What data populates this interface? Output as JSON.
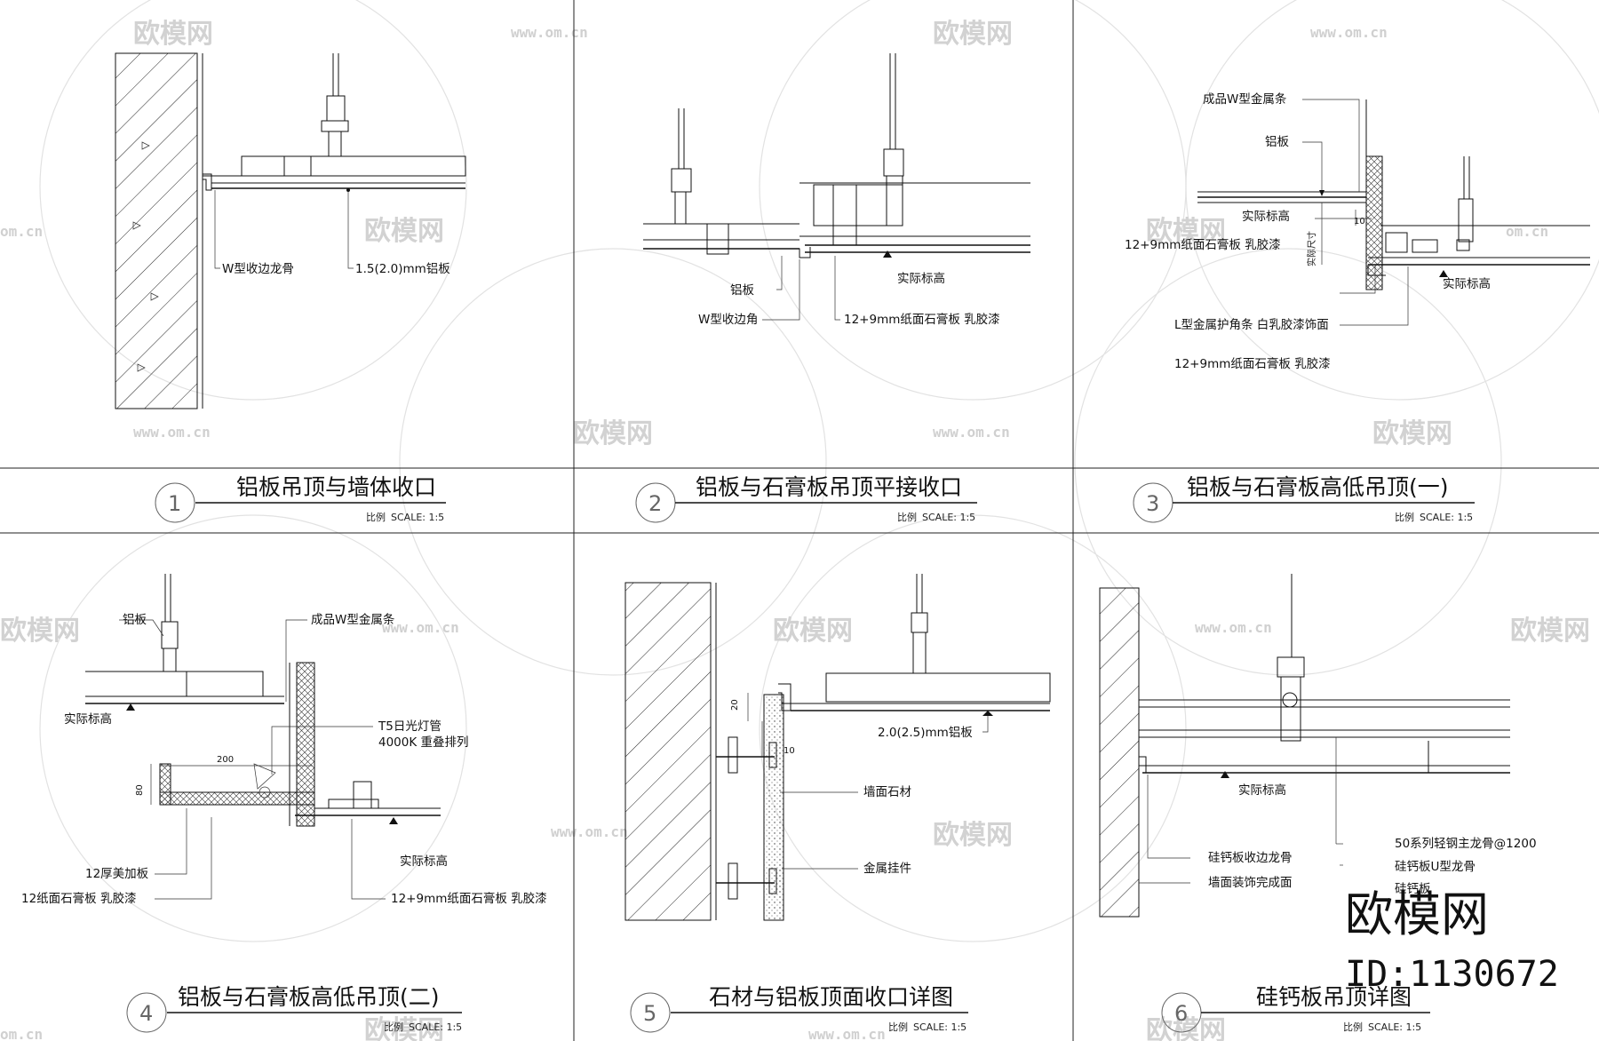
{
  "watermark": {
    "brand_text": "欧模网",
    "url": "www.om.cn",
    "url_short": "om.cn"
  },
  "brand_mark": {
    "name": "欧模网",
    "id_label": "ID:1130672"
  },
  "scale_label": "比例",
  "scale_value": "SCALE: 1:5",
  "panels": [
    {
      "number": "1",
      "title": "铝板吊顶与墙体收口",
      "labels": [
        "W型收边龙骨",
        "1.5(2.0)mm铝板"
      ]
    },
    {
      "number": "2",
      "title": "铝板与石膏板吊顶平接收口",
      "labels": [
        "铝板",
        "W型收边角",
        "实际标高",
        "12+9mm纸面石膏板 乳胶漆"
      ]
    },
    {
      "number": "3",
      "title": "铝板与石膏板高低吊顶(一)",
      "labels": [
        "成品W型金属条",
        "铝板",
        "实际标高",
        "12+9mm纸面石膏板 乳胶漆",
        "实际尺寸",
        "10",
        "实际标高",
        "L型金属护角条 白乳胶漆饰面",
        "12+9mm纸面石膏板 乳胶漆"
      ]
    },
    {
      "number": "4",
      "title": "铝板与石膏板高低吊顶(二)",
      "labels": [
        "铝板",
        "成品W型金属条",
        "实际标高",
        "T5日光灯管",
        "4000K 重叠排列",
        "200",
        "80",
        "实际标高",
        "12厚美加板",
        "12纸面石膏板 乳胶漆",
        "12+9mm纸面石膏板 乳胶漆"
      ]
    },
    {
      "number": "5",
      "title": "石材与铝板顶面收口详图",
      "labels": [
        "20",
        "2.0(2.5)mm铝板",
        "10",
        "墙面石材",
        "金属挂件"
      ]
    },
    {
      "number": "6",
      "title": "硅钙板吊顶详图",
      "labels": [
        "实际标高",
        "50系列轻钢主龙骨@1200",
        "硅钙板收边龙骨",
        "硅钙板U型龙骨",
        "墙面装饰完成面",
        "硅钙板"
      ]
    }
  ]
}
